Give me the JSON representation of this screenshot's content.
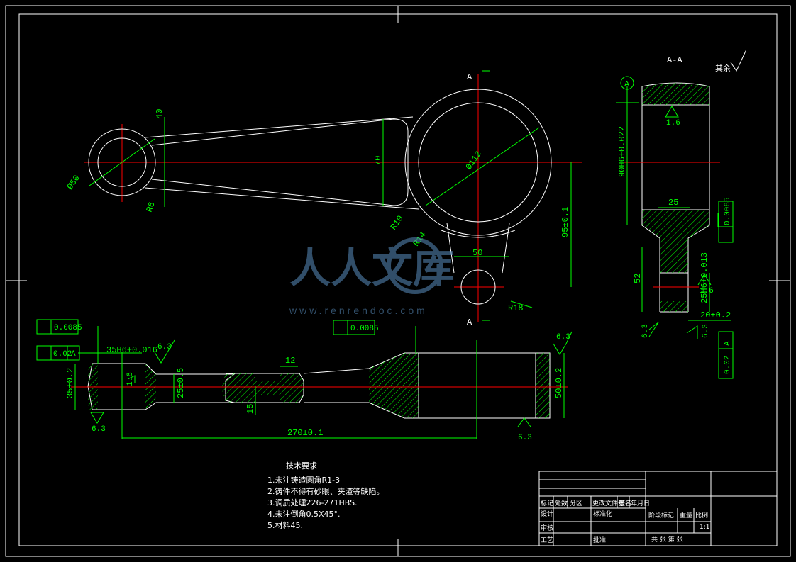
{
  "section_label": "A-A",
  "section_mark": "A",
  "datum_label": "A",
  "roughness_note": "其余",
  "dims": {
    "d50": "Ø50",
    "d40": "40",
    "r6": "R6",
    "d70": "70",
    "d112": "Ø112",
    "r10": "R10",
    "r14": "R14",
    "d50b": "50",
    "r18": "R18",
    "d95": "95±0.1",
    "h90": "90H6+0.022",
    "w25": "25",
    "h52": "52",
    "h25h6": "25H6+0.013",
    "w20": "20±0.2",
    "h35": "35±0.2",
    "h35h6": "35H6+0.016",
    "w25b": "25±0.5",
    "w12": "12",
    "h15": "15",
    "h50": "50±0.2",
    "l270": "270±0.1"
  },
  "tolerances": {
    "tol1": "0.0085",
    "tol2_val": "0.02",
    "tol2_datum": "A",
    "tol3": "0.0085",
    "tol4": "0.0085",
    "tol5_val": "0.02",
    "tol5_datum": "A"
  },
  "roughness": {
    "r1": "1.6",
    "r2": "6.3",
    "r3": "1.6",
    "r4": "6.3",
    "r5": "6.3",
    "r6": "1.6",
    "r7": "6.3",
    "r8": "6.3"
  },
  "tech": {
    "title": "技术要求",
    "items": [
      "1.未注铸造圆角R1-3",
      "2.铸件不得有砂眼、夹渣等缺陷。",
      "3.调质处理226-271HBS.",
      "4.未注倒角0.5X45°.",
      "5.材料45."
    ]
  },
  "titleblock": {
    "h1": "标记",
    "h2": "处数",
    "h3": "分区",
    "h4": "更改文件号",
    "h5": "签名",
    "h6": "年月日",
    "design": "设计",
    "standard": "标准化",
    "check": "审核",
    "process": "工艺",
    "approve": "批准",
    "stage": "阶段标记",
    "weight": "重量",
    "scale": "比例",
    "scale_val": "1:1",
    "total": "共 张 第 张"
  },
  "watermark": {
    "logo": "人人文库",
    "url": "www.renrendoc.com"
  },
  "colors": {
    "line": "#ffffff",
    "dim": "#00ff00",
    "center": "#ff0000",
    "frame": "#ffffff"
  }
}
